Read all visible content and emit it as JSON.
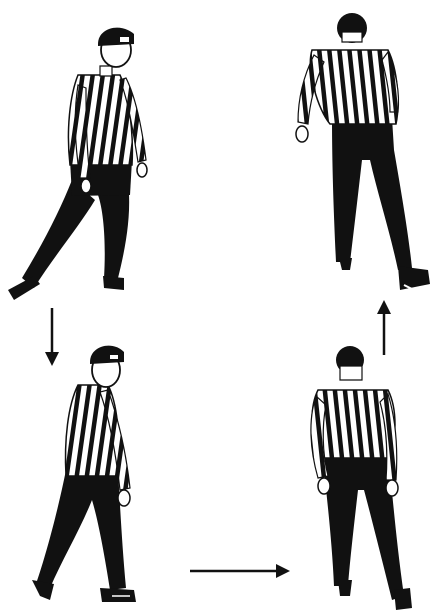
{
  "illustration": {
    "panels": [
      {
        "name": "referee-skating-forward-left"
      },
      {
        "name": "referee-skating-back-right"
      },
      {
        "name": "referee-walking-bottom-left"
      },
      {
        "name": "referee-skating-back-bottom-right"
      }
    ],
    "arrows": [
      {
        "name": "arrow-down-icon",
        "direction": "down"
      },
      {
        "name": "arrow-right-icon",
        "direction": "right"
      },
      {
        "name": "arrow-up-icon",
        "direction": "up"
      }
    ],
    "colors": {
      "ink": "#111111",
      "shirt_white": "#ffffff",
      "background": "#ffffff"
    }
  }
}
